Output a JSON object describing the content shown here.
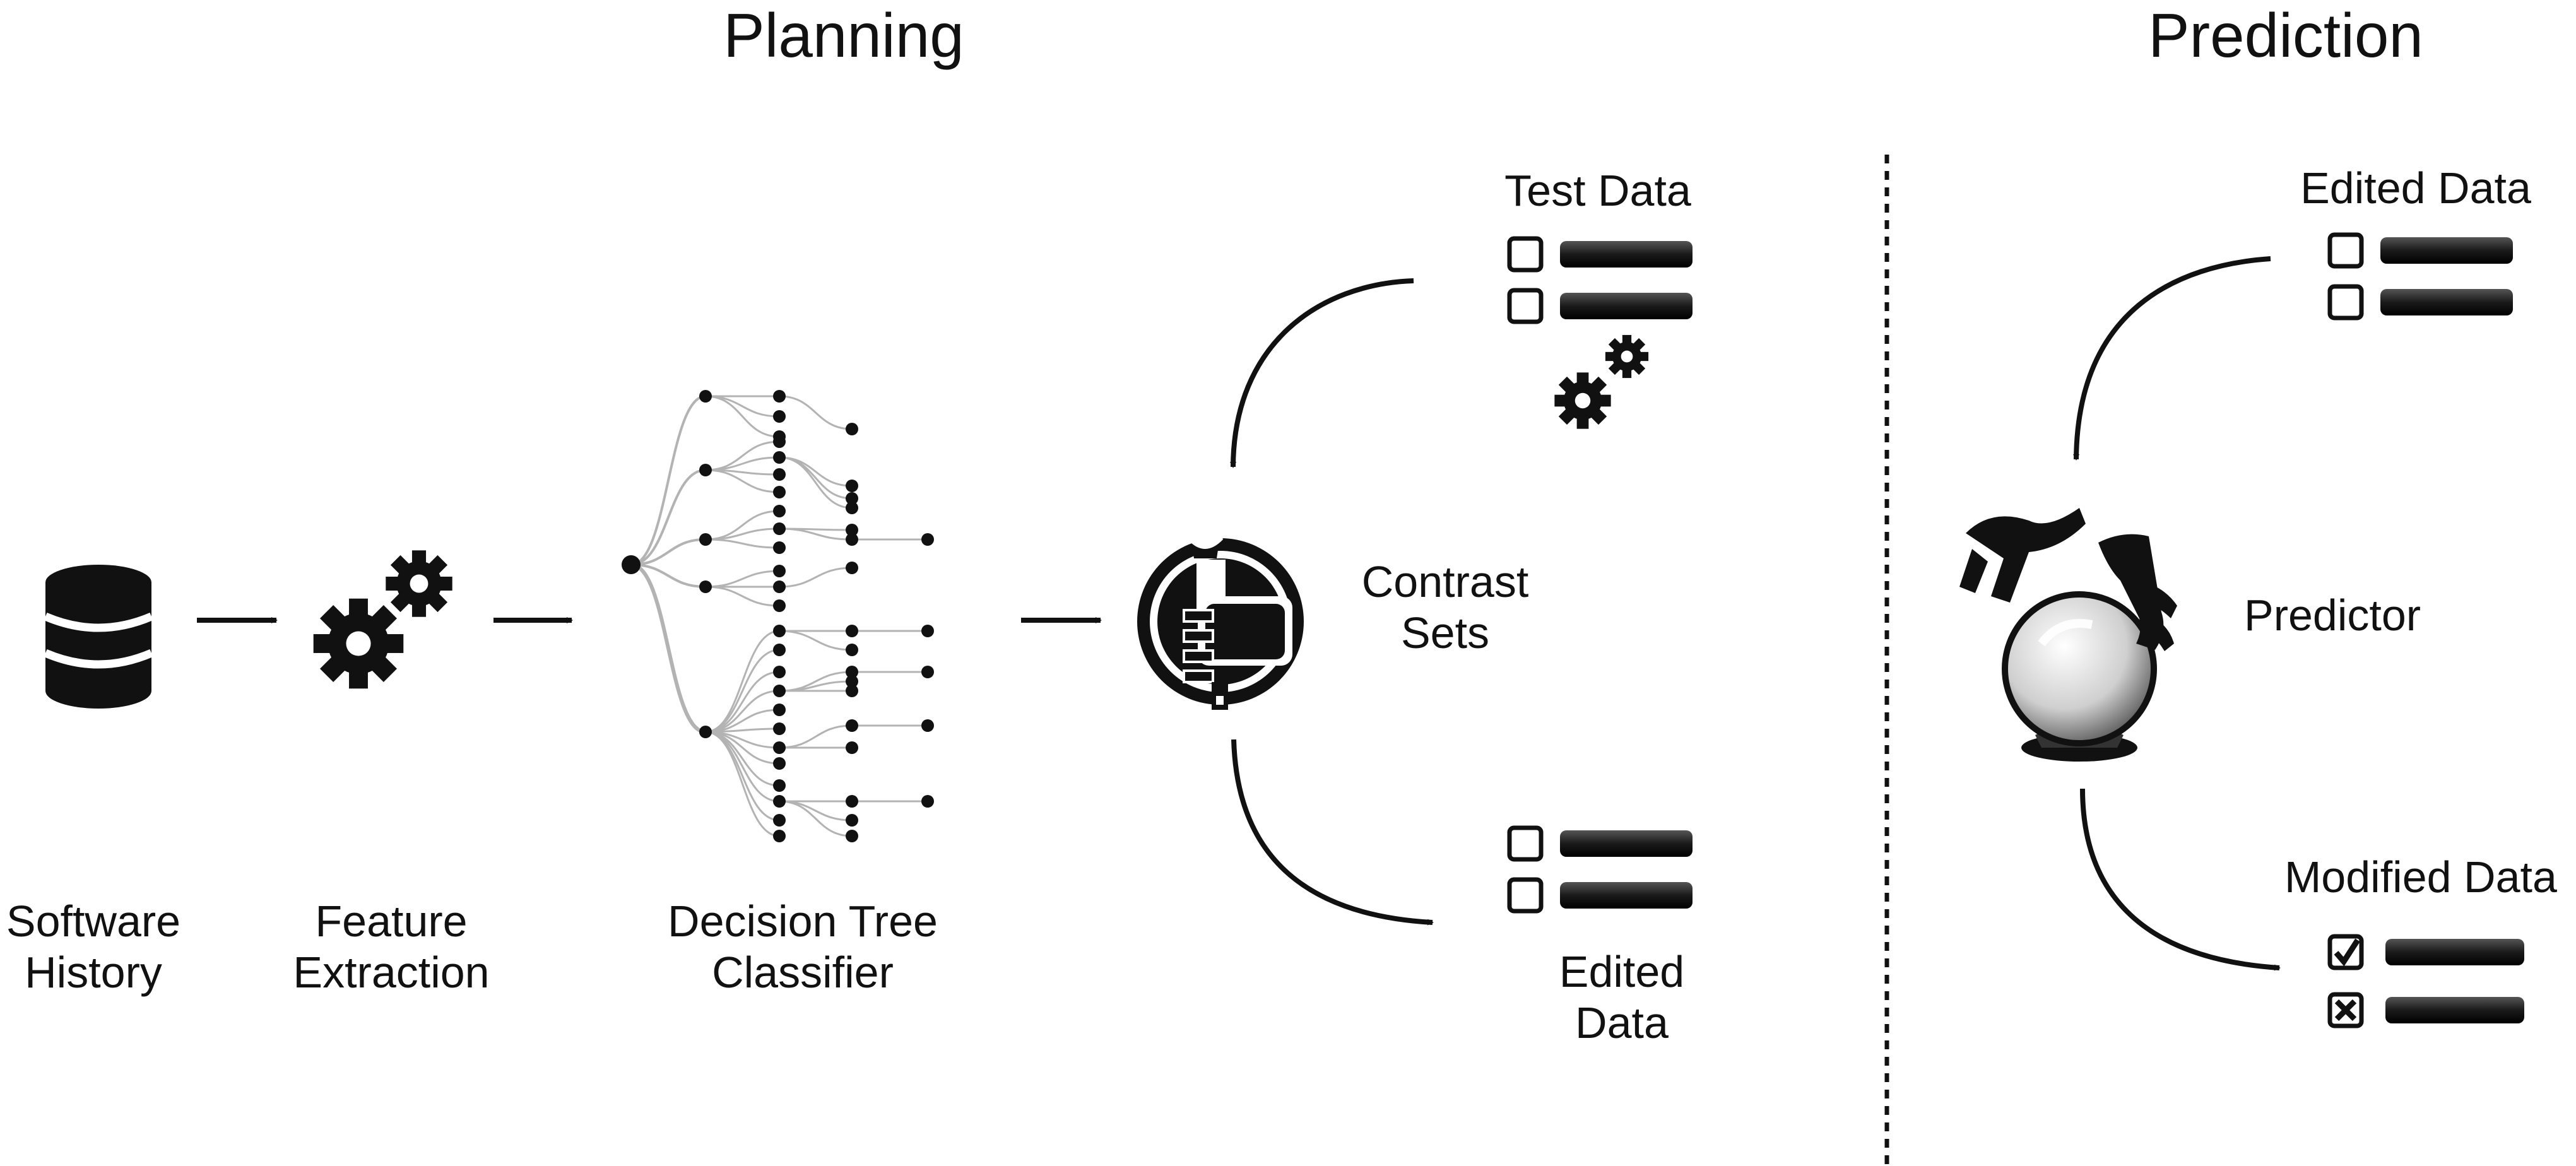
{
  "sections": {
    "planning_title": "Planning",
    "prediction_title": "Prediction"
  },
  "nodes": {
    "software_history": {
      "line1": "Software",
      "line2": "History",
      "icon": "database-icon"
    },
    "feature_extraction": {
      "line1": "Feature",
      "line2": "Extraction",
      "icon": "gears-icon"
    },
    "decision_tree": {
      "line1": "Decision Tree",
      "line2": "Classifier",
      "icon": "decision-tree-icon"
    },
    "contrast_sets": {
      "line1": "Contrast",
      "line2": "Sets",
      "icon": "wrench-fist-icon"
    },
    "test_data": {
      "label": "Test Data",
      "icon": "checklist-icon"
    },
    "edited_data_planning": {
      "line1": "Edited",
      "line2": "Data",
      "icon": "checklist-icon"
    },
    "edited_data_prediction": {
      "label": "Edited Data",
      "icon": "checklist-icon"
    },
    "predictor": {
      "label": "Predictor",
      "icon": "crystal-ball-icon"
    },
    "modified_data": {
      "label": "Modified Data",
      "icon": "checked-list-icon"
    }
  },
  "colors": {
    "ink": "#111111",
    "tree_edge": "#b3b3b3",
    "background": "#ffffff"
  }
}
